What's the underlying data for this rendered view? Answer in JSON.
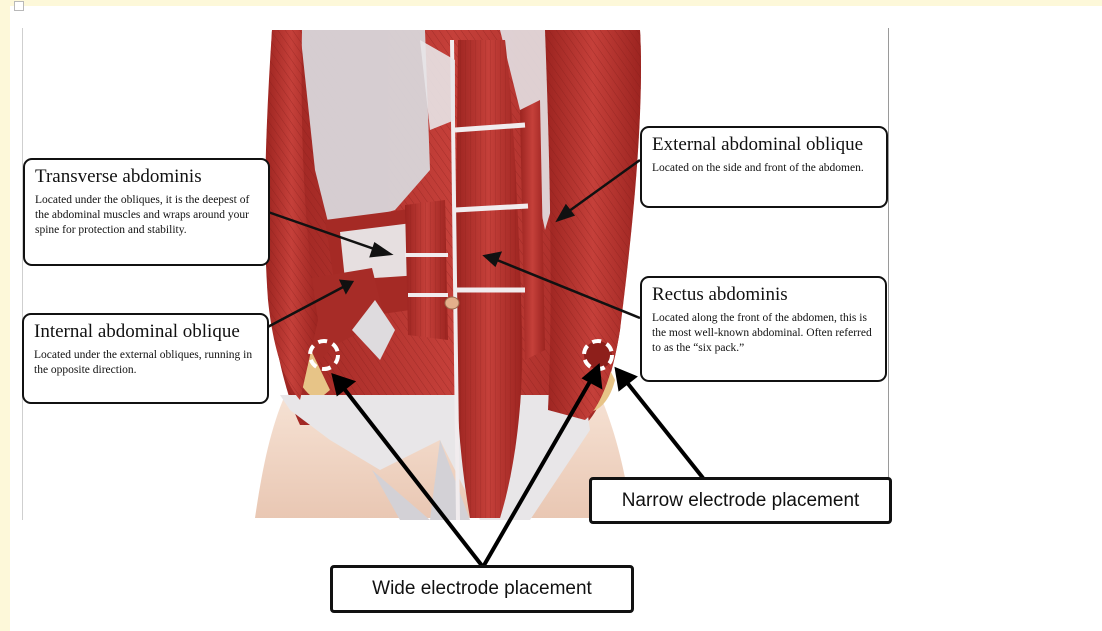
{
  "callouts": {
    "transverse": {
      "title": "Transverse abdominis",
      "description": "Located under the obliques, it is the deepest of the abdominal muscles and wraps around your spine for protection and stability."
    },
    "internal": {
      "title": "Internal abdominal oblique",
      "description": "Located under the external obliques, running in the opposite direction."
    },
    "external": {
      "title": "External abdominal oblique",
      "description": "Located on the side and front of the abdomen."
    },
    "rectus": {
      "title": "Rectus abdominis",
      "description": "Located along the front of the abdomen, this is the most well-known abdominal. Often referred to as the “six pack.”"
    }
  },
  "placements": {
    "narrow": "Narrow electrode placement",
    "wide": "Wide electrode placement"
  },
  "colors": {
    "muscle": "#b8332c",
    "muscle_dark": "#8e1f1b",
    "fascia": "#e8e6e8",
    "skin": "#f2d9c8",
    "bone": "#e7c487",
    "page_background": "#fdf8d9"
  }
}
